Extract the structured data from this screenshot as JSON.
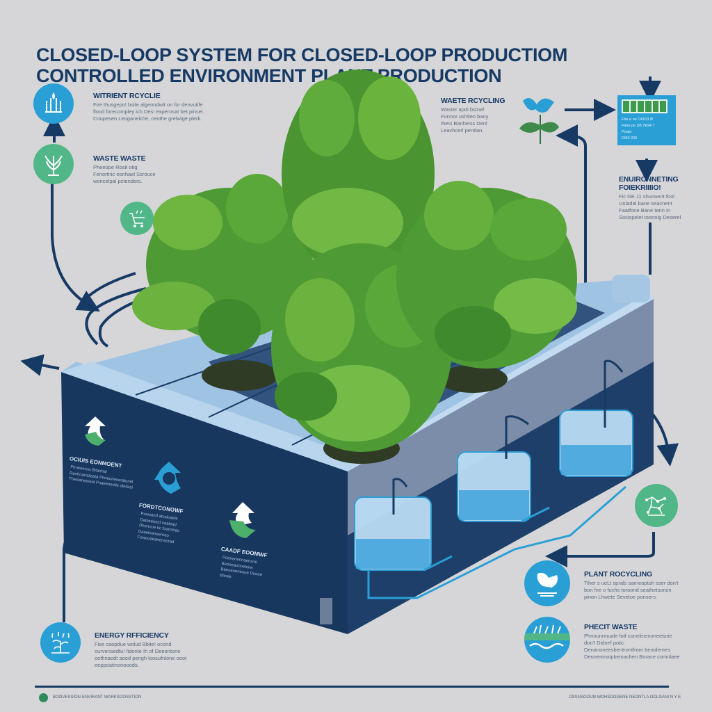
{
  "header": {
    "title_line1": "CLOSED-LOOP SYSTEM FOR CLOSED-LOOP PRODUCTIOM",
    "title_line2": "CONTROLLED ENVIRONMENT PLANT PRODUCTION"
  },
  "left_items": [
    {
      "icon": "water-recycle-icon",
      "title": "WITRIENT RCYCLIE",
      "desc": "Fire thusgepo! bsite algeondwit on for denvutife flood forecompley ich Des! experosat bet pinsel. Coupesen Leoganeiche, ceothe grelwige plerk."
    },
    {
      "icon": "wheat-icon",
      "title": "WASTE WASTE",
      "desc": "Pheeope Rosit otig Fenortnic eonhael Ssrouce woncelpal pctenders."
    },
    {
      "icon": "circuit-cart-icon",
      "title": "",
      "desc": ""
    }
  ],
  "top_right": {
    "waste_recycling": {
      "icon": "leaf-water-icon",
      "title": "WAETE RCYCLING",
      "desc": "Waster apdi bstnef Fonnor ushtleo bany thest Banheiss Denl Leavhcerl pentlan."
    },
    "monitor": {
      "icon": "control-panel-icon",
      "lines": [
        "Fhe e ne OFID3 8!",
        "Fahe pe D8 7E94 7",
        "Poate",
        "D0I0 200"
      ]
    },
    "environment": {
      "title_line1": "ENUIRONNETING",
      "title_line2": "FOIEKRIIIIO!",
      "desc": "Fic GE 11 shunoent fool Unladal bane seacnent Faatfone Bane tenn In Sosispelet toonnig Deserel"
    }
  },
  "panel": {
    "items": [
      {
        "icon": "recycle-icon",
        "color": "green",
        "title": "OCIUIS EONMOENT",
        "desc": "Phneeeroa Bltanhal Renhoanaliasta Phneoneoeralonel Thesianetneal Pnaeeneolie dlelsial"
      },
      {
        "icon": "recycle-icon",
        "color": "blue",
        "title": "FORDTCONOWF",
        "desc": "Puwsand atcaloaele Dataseloed soalead Dhennoe tic foamtoas Daeelnaneeroeo Fowoodeanensorad"
      },
      {
        "icon": "recycle-icon",
        "color": "green",
        "title": "CAADF EOOMWF",
        "desc": "Poenanennaensne Beoneaonoelone Baeoaoeneoue Doooe Bleole"
      }
    ]
  },
  "bottom_right": [
    {
      "icon": "molecule-icon",
      "title": "",
      "desc": ""
    },
    {
      "icon": "hand-water-icon",
      "title": "PLANT ROCYCLING",
      "desc": "Tiher s ueLt sprals sarneoptuh sser don't bon fne o fuchs toroond seathetsorsin pinon Lhwete Sevetoe ponsers."
    },
    {
      "icon": "grass-water-icon",
      "title": "PHECIT WASTE",
      "desc": "Phnounnnuale fotf coneitnenoneeturie don't Didnef potic Denanoneesbentrontfrom beoidemes Deuneninotpbeinachen Borace comnlaee"
    }
  ],
  "energy": {
    "icon": "tree-water-icon",
    "title": "ENERGY RFFICIENCY",
    "desc": "Fise caopdue wolud Bbite! ocond ourvensedtu! fidonte Ih of Deeontone oothnaodt aood pengh loosufnlone ooot eeppoatinonooods."
  },
  "footer": {
    "logo_icon": "leaf-logo-icon",
    "left_text": "BOOVESSION",
    "left_sub": "ENVIRANT WARKSOOSSTION",
    "right_text": "OSSNSOOUN WOHSDOGENE NEONTLA OOLGANI N Y E"
  },
  "colors": {
    "background": "#d6d6d8",
    "navy": "#163a64",
    "blue": "#2a9fd6",
    "green": "#52b788",
    "panel": "#17375f",
    "box_top": "#aacbe6",
    "leaf": "#4e9a34"
  }
}
